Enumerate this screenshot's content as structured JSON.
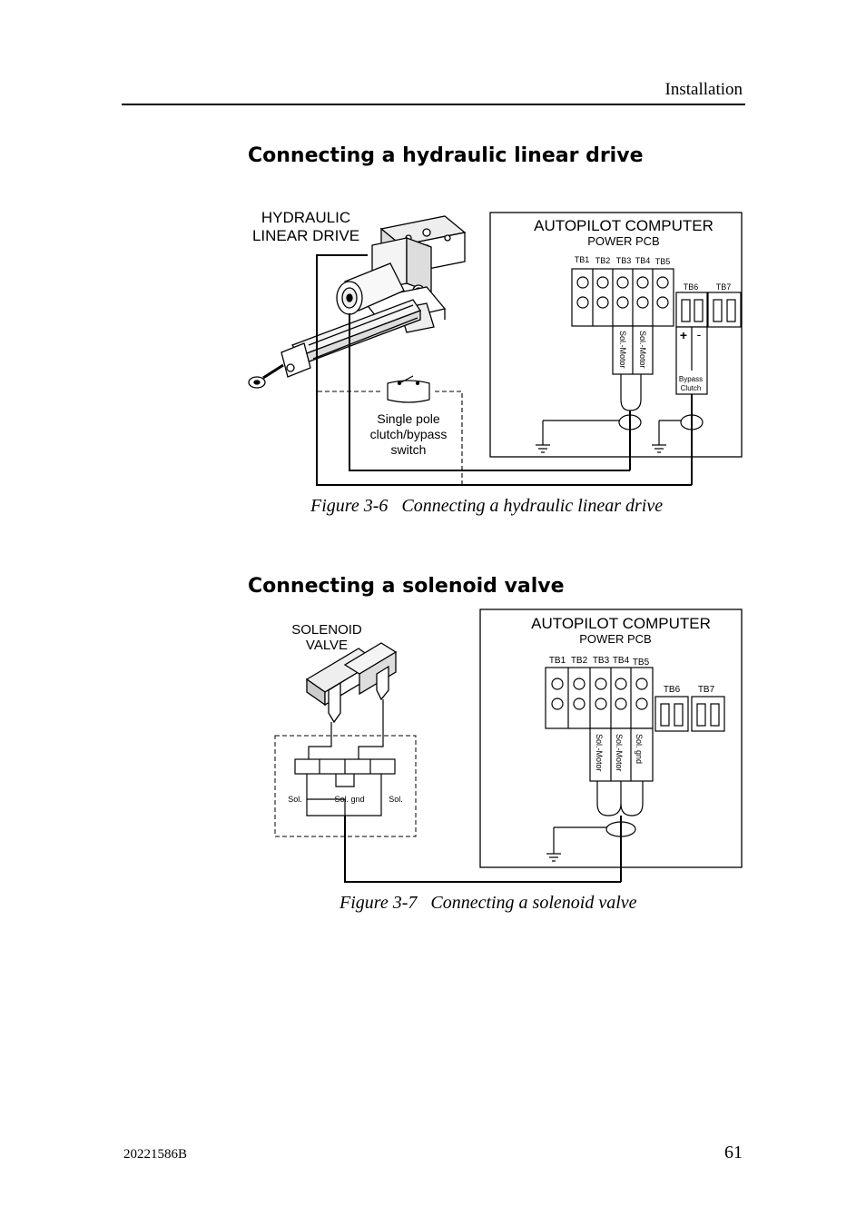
{
  "header": {
    "section": "Installation"
  },
  "section1": {
    "heading": "Connecting a hydraulic linear drive",
    "figure": {
      "drive_label_line1": "HYDRAULIC",
      "drive_label_line2": "LINEAR DRIVE",
      "computer_title": "AUTOPILOT COMPUTER",
      "pcb_label": "POWER  PCB",
      "terminals": [
        "TB1",
        "TB2",
        "TB3",
        "TB4",
        "TB5",
        "TB6",
        "TB7"
      ],
      "wire_label_a": "Sol.-Motor",
      "wire_label_b": "Sol.-Motor",
      "polarity_plus": "+",
      "polarity_minus": "-",
      "bypass_line1": "Bypass",
      "bypass_line2": "Clutch",
      "switch_line1": "Single pole",
      "switch_line2": "clutch/bypass",
      "switch_line3": "switch"
    },
    "caption": "Figure 3-6   Connecting a hydraulic linear drive"
  },
  "section2": {
    "heading": "Connecting a solenoid valve",
    "figure": {
      "valve_label_line1": "SOLENOID",
      "valve_label_line2": "VALVE",
      "computer_title": "AUTOPILOT COMPUTER",
      "pcb_label": "POWER PCB",
      "terminals": [
        "TB1",
        "TB2",
        "TB3",
        "TB4",
        "TB5",
        "TB6",
        "TB7"
      ],
      "wire_label_a": "Sol.-Motor",
      "wire_label_b": "Sol.-Motor",
      "wire_label_c": "Sol. gnd",
      "conn_left": "Sol.",
      "conn_mid": "Sol. gnd",
      "conn_right": "Sol."
    },
    "caption": "Figure 3-7   Connecting a solenoid valve"
  },
  "footer": {
    "doc_number": "20221586B",
    "page_number": "61"
  }
}
